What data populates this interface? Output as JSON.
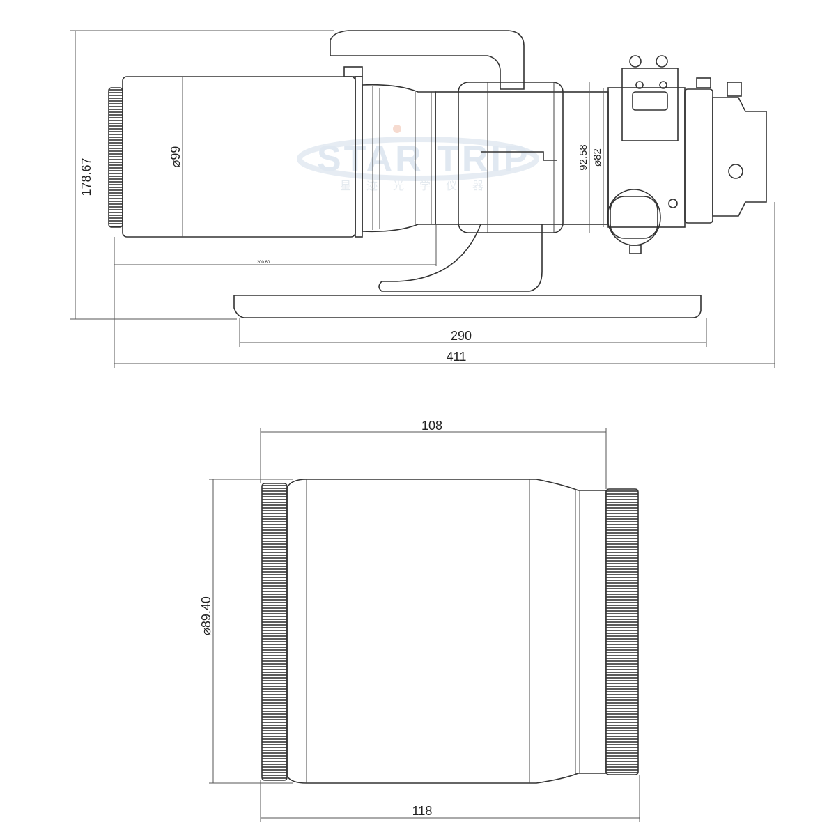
{
  "watermark": {
    "brand": "STAR TRIP",
    "subtitle": "星迹光学仪器"
  },
  "side_view": {
    "dimensions": {
      "height": "178.67",
      "tube_diameter": "⌀99",
      "clamp_height": "92.58",
      "focuser_diameter": "⌀82",
      "dew_shield_to_clamp": "200.60",
      "dovetail_length": "290",
      "total_length": "411"
    }
  },
  "dew_shield_view": {
    "dimensions": {
      "inner_length": "108",
      "diameter": "⌀89.40",
      "outer_length": "118"
    }
  }
}
